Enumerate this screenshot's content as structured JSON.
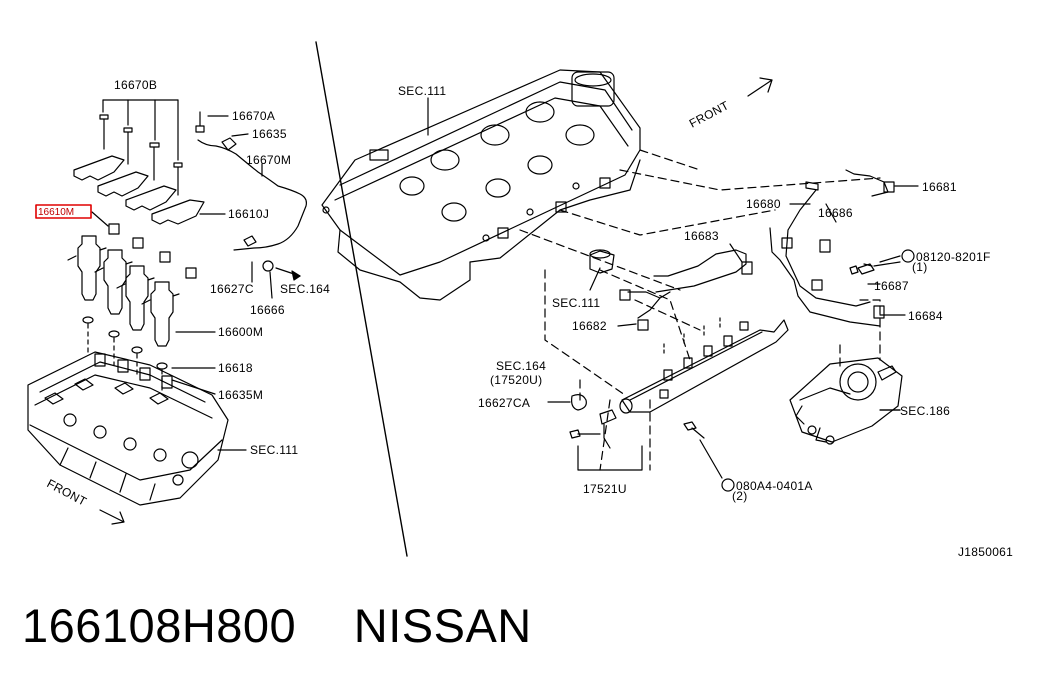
{
  "labels": {
    "l16670B": "16670B",
    "l16670A": "16670A",
    "l16635": "16635",
    "l16670M": "16670M",
    "l16610M": "16610M",
    "l16610J": "16610J",
    "l16627C": "16627C",
    "l16666": "16666",
    "lsec164a": "SEC.164",
    "l16600M": "16600M",
    "l16618": "16618",
    "l16635M": "16635M",
    "lsec111a": "SEC.111",
    "lfront1": "FRONT",
    "lsec111b": "SEC.111",
    "lfront2": "FRONT",
    "l16681": "16681",
    "l16680": "16680",
    "l16686": "16686",
    "l16683": "16683",
    "lbolt1": "08120-8201F",
    "lbolt1q": "(1)",
    "l16687": "16687",
    "lsec111c": "SEC.111",
    "l16682": "16682",
    "l16684": "16684",
    "lsec164b": "SEC.164",
    "l17520u": "(17520U)",
    "l16627CA": "16627CA",
    "lsec186": "SEC.186",
    "l17521U": "17521U",
    "lbolt2": "080A4-0401A",
    "lbolt2q": "(2)",
    "lref": "J1850061"
  },
  "caption": {
    "part_number": "166108H800",
    "brand": "NISSAN"
  }
}
